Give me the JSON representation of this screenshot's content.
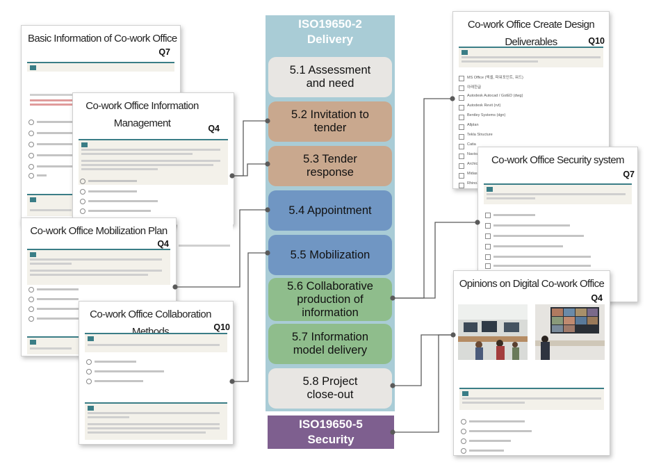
{
  "column": {
    "header": "ISO19650-2 Delivery",
    "colors": {
      "bg": "#a9ccd6",
      "gray": "#e8e6e3",
      "tan": "#c9a88e",
      "blue": "#7096c3",
      "green": "#8fbd8c",
      "purple": "#7e5f8f"
    },
    "phases": [
      {
        "label": "5.1 Assessment and need",
        "color": "gray"
      },
      {
        "label": "5.2 Invitation to tender",
        "color": "tan"
      },
      {
        "label": "5.3 Tender response",
        "color": "tan"
      },
      {
        "label": "5.4 Appointment",
        "color": "blue"
      },
      {
        "label": "5.5 Mobilization",
        "color": "blue"
      },
      {
        "label": "5.6 Collaborative production of information",
        "color": "green"
      },
      {
        "label": "5.7 Information model delivery",
        "color": "green"
      },
      {
        "label": "5.8 Project close-out",
        "color": "gray"
      }
    ]
  },
  "security_box": "ISO19650-5 Security",
  "cards": {
    "basic": {
      "title": "Basic Information of Co-work Office",
      "q": "Q7"
    },
    "info_mgmt": {
      "title": "Co-work Office Information Management",
      "q": "Q4"
    },
    "mobilization": {
      "title": "Co-work Office Mobilization Plan",
      "q": "Q4"
    },
    "collaboration": {
      "title": "Co-work Office Collaboration Methods",
      "q": "Q10"
    },
    "design": {
      "title": "Co-work Office Create Design Deliverables",
      "q": "Q10"
    },
    "security_sys": {
      "title": "Co-work Office Security system",
      "q": "Q7"
    },
    "opinions": {
      "title": "Opinions on Digital Co-work Office",
      "q": "Q4"
    }
  },
  "design_list": [
    "MS Office (엑셀, 파워포인트, 워드)",
    "아래한글",
    "Autodesk Autocad / GstED (dwg)",
    "Autodesk Revit (rvt)",
    "Bentley Systems (dgn)",
    "Allplan",
    "Tekla Structure",
    "Catia",
    "Navisworks",
    "Archicad",
    "Midas CIM",
    "Rhino3D"
  ]
}
